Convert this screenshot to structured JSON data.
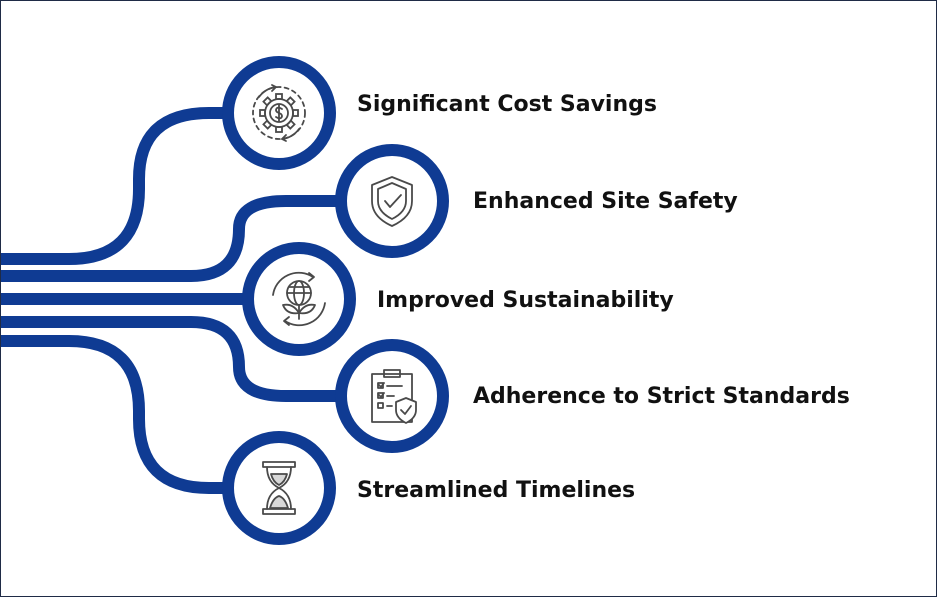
{
  "colors": {
    "connector": "#0f3b93",
    "icon_stroke": "#4a4a4a",
    "text": "#111111",
    "border": "#1f2b46"
  },
  "benefits": [
    {
      "label": "Significant Cost Savings",
      "icon": "gear-dollar-icon"
    },
    {
      "label": "Enhanced Site Safety",
      "icon": "shield-check-icon"
    },
    {
      "label": "Improved Sustainability",
      "icon": "globe-leaf-icon"
    },
    {
      "label": "Adherence to Strict Standards",
      "icon": "clipboard-shield-icon"
    },
    {
      "label": "Streamlined Timelines",
      "icon": "hourglass-icon"
    }
  ]
}
